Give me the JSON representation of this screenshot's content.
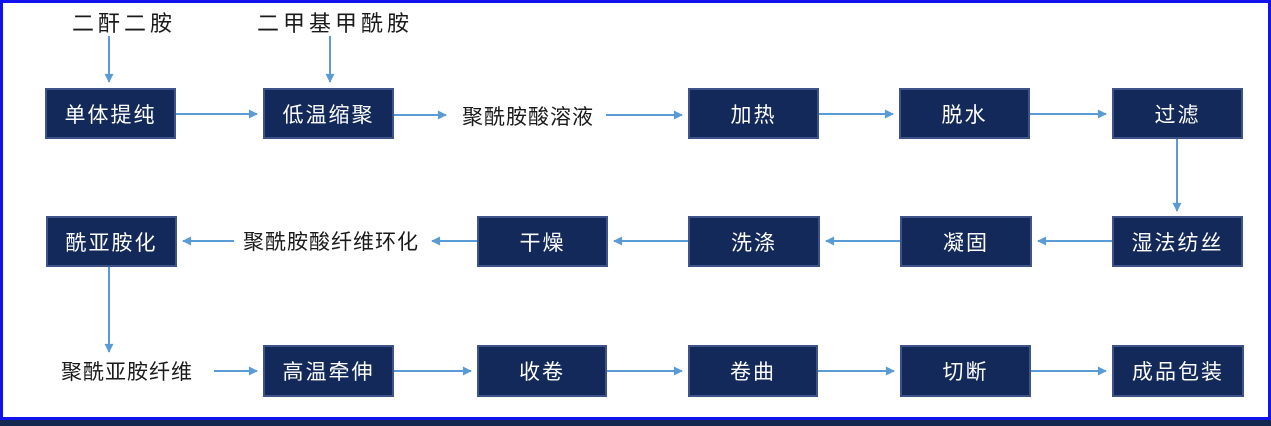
{
  "colors": {
    "box_fill": "#12295a",
    "box_border": "#3e5389",
    "arrow": "#5b9bd5",
    "frame_border": "#1212ee",
    "bottom_bar": "#12284e",
    "label_text": "#1a1a1a",
    "box_text": "#ffffff"
  },
  "flowchart": {
    "inputs": {
      "dianhydride_diamine": "二酐二胺",
      "dimethylformamide": "二甲基甲酰胺"
    },
    "stage1": {
      "monomer_purification": "单体提纯",
      "low_temp_polycondensation": "低温缩聚",
      "polyamic_acid_solution": "聚酰胺酸溶液",
      "heating": "加热",
      "dehydration": "脱水",
      "filtration": "过滤"
    },
    "stage2": {
      "wet_spinning": "湿法纺丝",
      "coagulation": "凝固",
      "washing": "洗涤",
      "drying": "干燥",
      "cyclization_label": "聚酰胺酸纤维环化",
      "imidization": "酰亚胺化"
    },
    "stage3": {
      "polyimide_fiber": "聚酰亚胺纤维",
      "high_temp_drawing": "高温牵伸",
      "winding": "收卷",
      "crimping": "卷曲",
      "cutting": "切断",
      "packaging": "成品包装"
    }
  }
}
